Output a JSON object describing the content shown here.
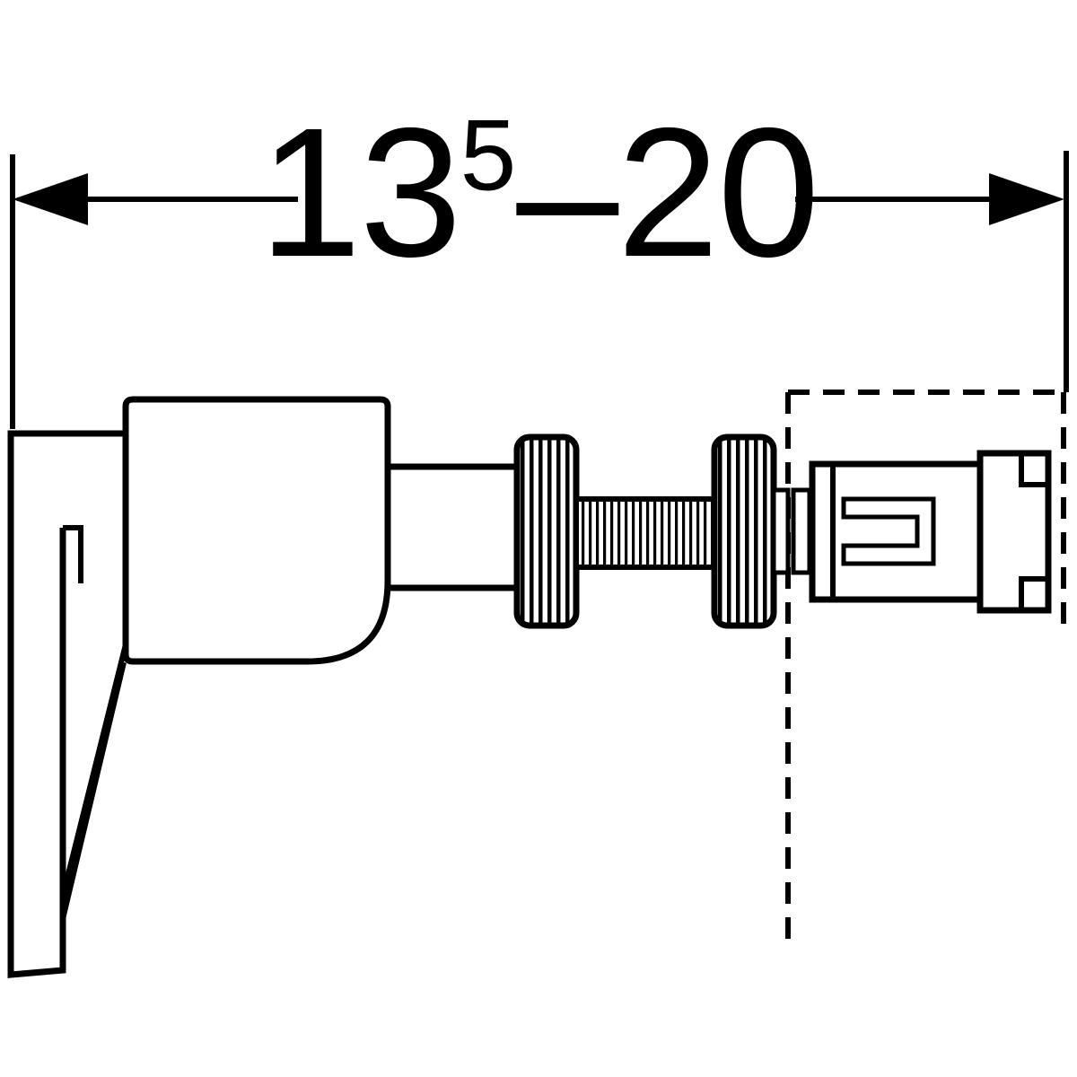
{
  "diagram": {
    "type": "technical-installation-diagram",
    "background_color": "#ffffff",
    "line_color": "#000000",
    "dimension": {
      "full_label": "135–20",
      "min_main": "13",
      "min_superscript": "5",
      "dash": "–",
      "max": "20"
    },
    "parts": [
      "mounting-plate",
      "diagonal-brace",
      "anchor-housing",
      "housing-neck",
      "knurled-nut-front",
      "threaded-rod",
      "knurled-nut-rear",
      "snap-connector",
      "wall-socket-body",
      "socket-fork-insert",
      "union-nut",
      "wall-outline-dashed"
    ]
  }
}
